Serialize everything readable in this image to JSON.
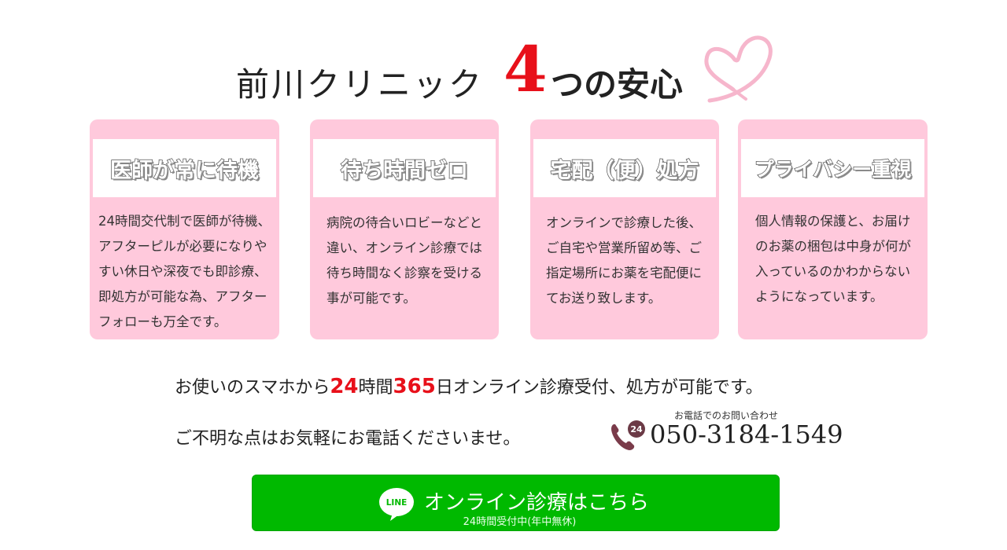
{
  "heading": {
    "prefix": "前川クリニック",
    "number": "4",
    "suffix": "つの安心"
  },
  "cards": [
    {
      "title": "医師が常に待機",
      "text": "24時間交代制で医師が待機、アフターピルが必要になりやすい休日や深夜でも即診療、即処方が可能な為、アフターフォローも万全です。"
    },
    {
      "title": "待ち時間ゼロ",
      "text": "病院の待合いロビーなどと違い、オンライン診療では待ち時間なく診察を受ける事が可能です。"
    },
    {
      "title": "宅配（便）処方",
      "text": "オンラインで診療した後、ご自宅や営業所留め等、ご指定場所にお薬を宅配便にてお送り致します。"
    },
    {
      "title": "プライバシー重視",
      "text": "個人情報の保護と、お届けのお薬の梱包は中身が何が入っているのかわからないようになっています。"
    }
  ],
  "info": {
    "line1_pre": "お使いのスマホから",
    "line1_hours": "24",
    "line1_mid": "時間",
    "line1_days": "365",
    "line1_post": "日オンライン診療受付、処方が可能です。",
    "line2": "ご不明な点はお気軽にお電話くださいませ。"
  },
  "phone": {
    "caption": "お電話でのお問い合わせ",
    "badge": "24",
    "number": "050-3184-1549"
  },
  "line_button": {
    "logo_text": "LINE",
    "label": "オンライン診療はこちら",
    "sub": "24時間受付中(年中無休)"
  },
  "colors": {
    "card_bg": "#ffc9dc",
    "accent_red": "#e8101a",
    "line_green": "#00b900",
    "heart_pink": "#f6b6cc"
  }
}
